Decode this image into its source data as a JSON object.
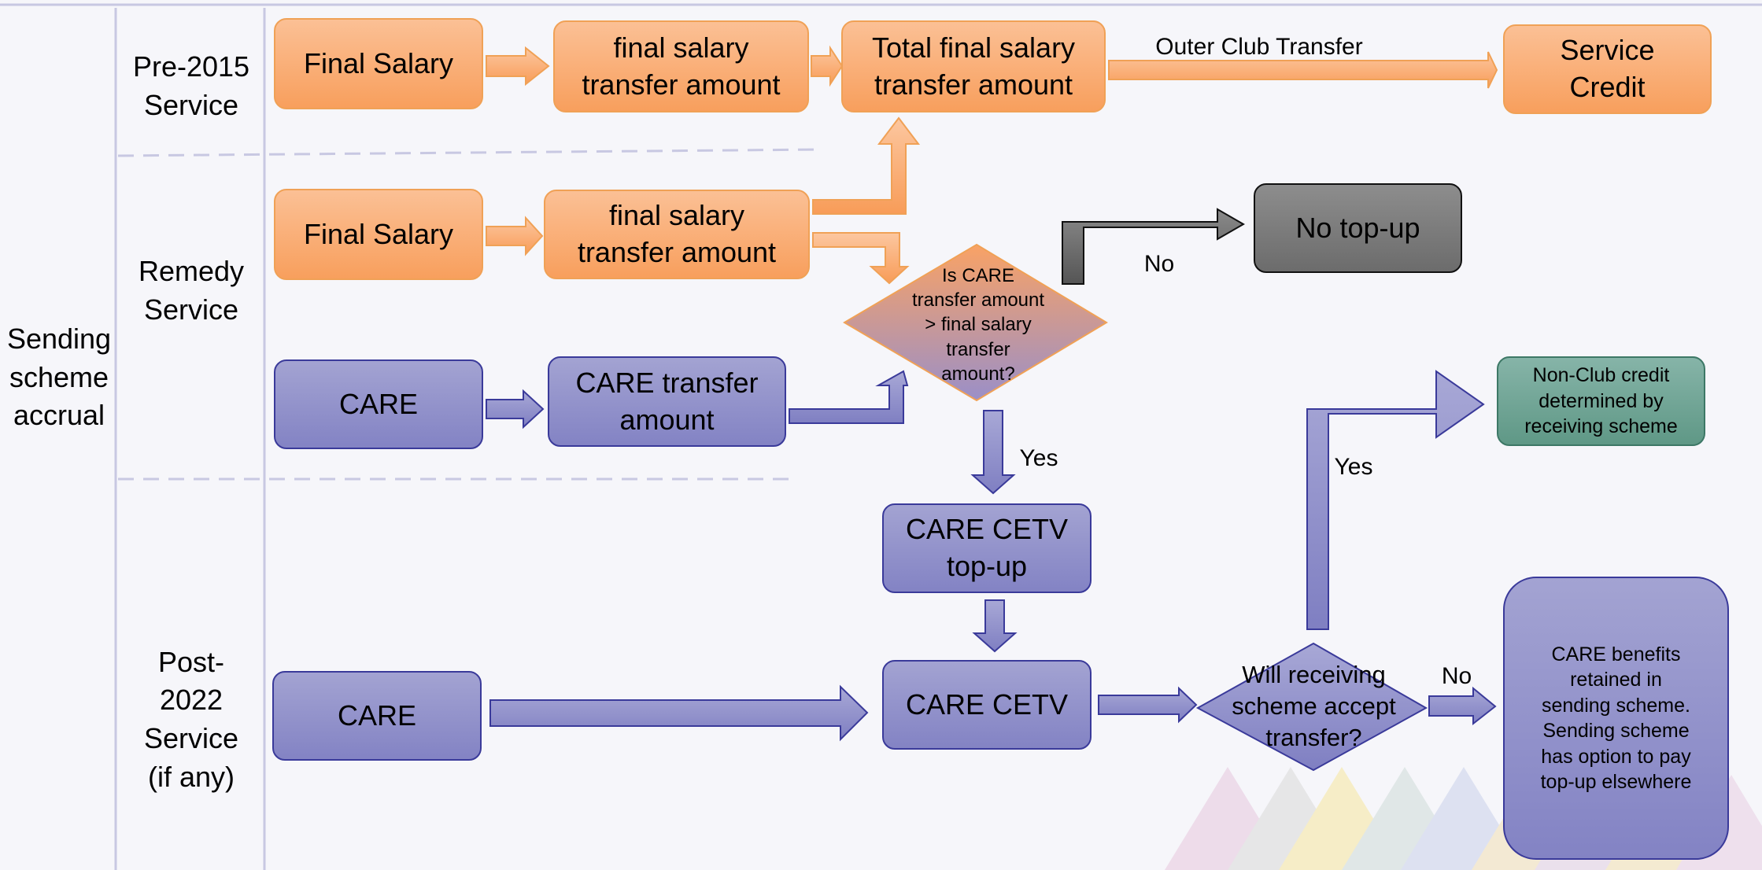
{
  "rows": {
    "sending": "Sending\nscheme\naccrual",
    "pre2015": "Pre-2015\nService",
    "remedy": "Remedy\nService",
    "post2022": "Post-\n2022\nService\n(if any)"
  },
  "boxes": {
    "final_salary_pre": "Final Salary",
    "fs_transfer_pre": "final salary\ntransfer amount",
    "total_fs_transfer": "Total final salary\ntransfer amount",
    "service_credit": "Service\nCredit",
    "final_salary_remedy": "Final Salary",
    "fs_transfer_remedy": "final salary\ntransfer amount",
    "care_remedy": "CARE",
    "care_transfer_amount": "CARE transfer\namount",
    "no_topup": "No top-up",
    "non_club_credit": "Non-Club credit\ndetermined by\nreceiving scheme",
    "care_cetv_topup": "CARE CETV\ntop-up",
    "care_post": "CARE",
    "care_cetv": "CARE CETV",
    "care_benefits_retained": "CARE benefits\nretained in\nsending scheme.\nSending scheme\nhas option to pay\ntop-up elsewhere"
  },
  "decisions": {
    "is_care_greater": "Is CARE\ntransfer amount\n> final salary\ntransfer\namount?",
    "will_accept": "Will receiving\nscheme accept\ntransfer?"
  },
  "connectors": {
    "outer_club": "Outer Club Transfer",
    "no_1": "No",
    "yes_1": "Yes",
    "yes_2": "Yes",
    "no_2": "No"
  },
  "colors": {
    "orange": "#f9ab70",
    "purple": "#9090c8",
    "gray": "#7a7a7a",
    "green": "#6fa696"
  }
}
